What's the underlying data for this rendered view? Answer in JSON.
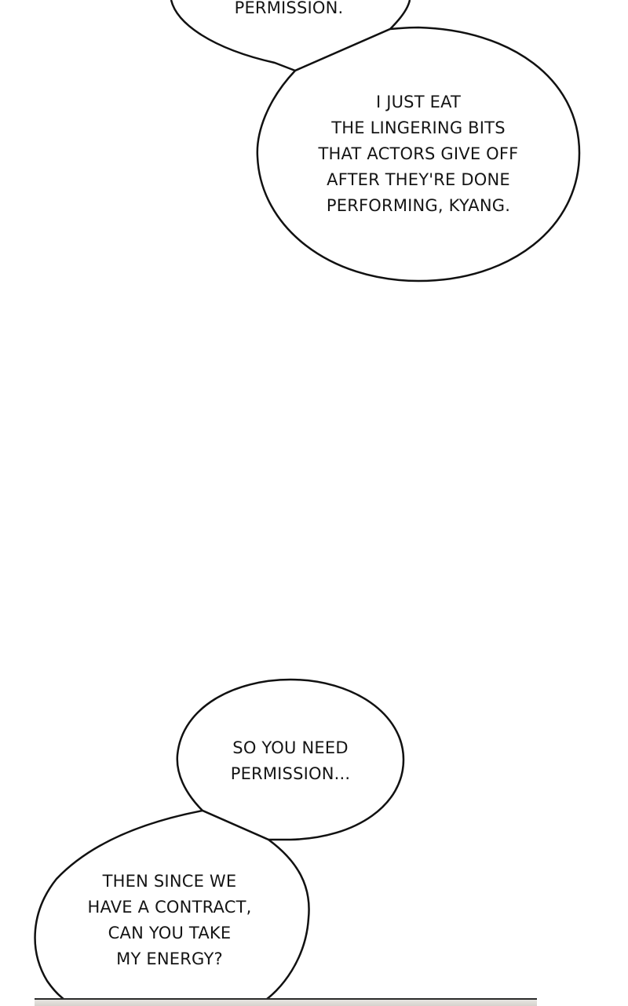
{
  "bubbles": [
    {
      "lines": [
        "PERMISSION."
      ]
    },
    {
      "lines": [
        "I JUST EAT",
        "THE LINGERING BITS",
        "THAT ACTORS GIVE OFF",
        "AFTER THEY'RE DONE",
        "PERFORMING, KYANG."
      ]
    },
    {
      "lines": [
        "SO YOU NEED",
        "PERMISSION..."
      ]
    },
    {
      "lines": [
        "THEN SINCE WE",
        "HAVE A CONTRACT,",
        "CAN YOU TAKE",
        "MY ENERGY?"
      ]
    }
  ]
}
